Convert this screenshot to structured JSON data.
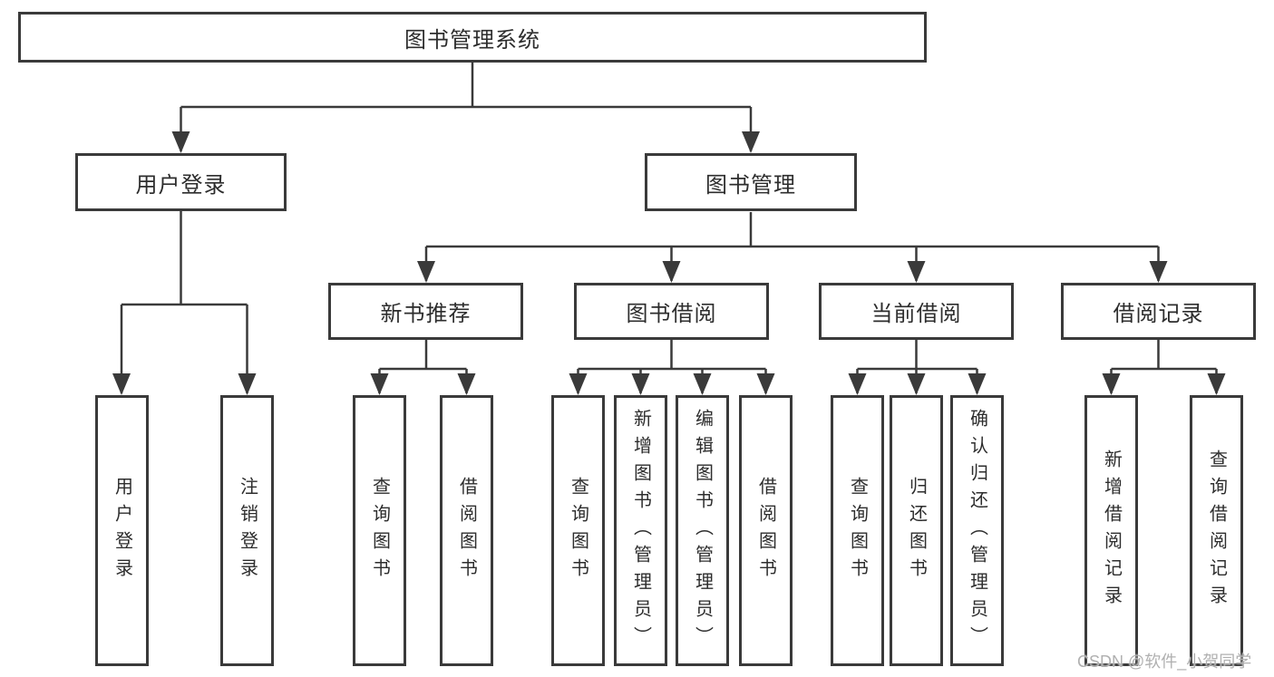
{
  "colors": {
    "line": "#3a3a3a",
    "text": "#2d2d2d",
    "watermark": "#b0b0b0",
    "background": "#ffffff"
  },
  "watermark": "CSDN @软件_小贺同学",
  "tree": {
    "root": {
      "label": "图书管理系统"
    },
    "branches": [
      {
        "label": "用户登录",
        "children": [
          {
            "label": "用户登录"
          },
          {
            "label": "注销登录"
          }
        ]
      },
      {
        "label": "图书管理",
        "children": [
          {
            "label": "新书推荐",
            "children": [
              {
                "label": "查询图书"
              },
              {
                "label": "借阅图书"
              }
            ]
          },
          {
            "label": "图书借阅",
            "children": [
              {
                "label": "查询图书"
              },
              {
                "label": "新增图书（管理员）"
              },
              {
                "label": "编辑图书（管理员）"
              },
              {
                "label": "借阅图书"
              }
            ]
          },
          {
            "label": "当前借阅",
            "children": [
              {
                "label": "查询图书"
              },
              {
                "label": "归还图书"
              },
              {
                "label": "确认归还（管理员）"
              }
            ]
          },
          {
            "label": "借阅记录",
            "children": [
              {
                "label": "新增借阅记录"
              },
              {
                "label": "查询借阅记录"
              }
            ]
          }
        ]
      }
    ]
  }
}
